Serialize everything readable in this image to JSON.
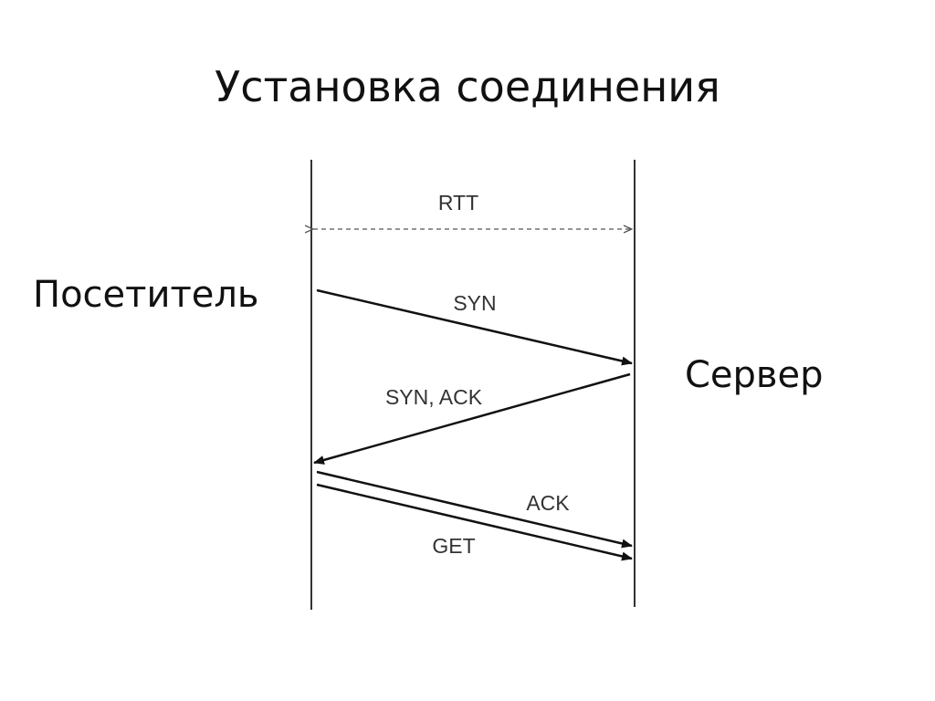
{
  "slide": {
    "title": "Установка соединения"
  },
  "participants": {
    "client": "Посетитель",
    "server": "Сервер"
  },
  "messages": {
    "rtt": "RTT",
    "syn": "SYN",
    "syn_ack": "SYN, ACK",
    "ack": "ACK",
    "get": "GET"
  }
}
